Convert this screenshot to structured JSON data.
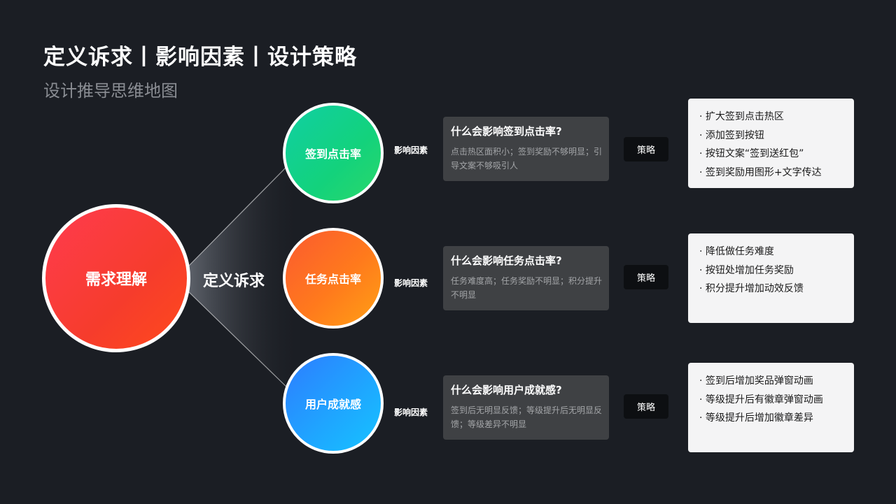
{
  "title": "定义诉求丨影响因素丨设计策略",
  "subtitle": "设计推导思维地图",
  "root": {
    "label": "需求理解"
  },
  "define_label": "定义诉求",
  "branches": [
    {
      "name": "签到点击率",
      "factor_label": "影响因素",
      "factor_title": "什么会影响签到点击率?",
      "factor_desc": "点击热区面积小；签到奖励不够明显；引导文案不够吸引人",
      "strategy_label": "策略",
      "strategies": [
        "· 扩大签到点击热区",
        "· 添加签到按钮",
        "· 按钮文案“签到送红包”",
        "· 签到奖励用图形+文字传达"
      ]
    },
    {
      "name": "任务点击率",
      "factor_label": "影响因素",
      "factor_title": "什么会影响任务点击率?",
      "factor_desc": "任务难度高；任务奖励不明显；积分提升不明显",
      "strategy_label": "策略",
      "strategies": [
        "· 降低做任务难度",
        "· 按钮处增加任务奖励",
        "· 积分提升增加动效反馈"
      ]
    },
    {
      "name": "用户成就感",
      "factor_label": "影响因素",
      "factor_title": "什么会影响用户成就感?",
      "factor_desc": "签到后无明显反馈；等级提升后无明显反馈；等级差异不明显",
      "strategy_label": "策略",
      "strategies": [
        "· 签到后增加奖品弹窗动画",
        "· 等级提升后有徽章弹窗动画",
        "· 等级提升后增加徽章差异"
      ]
    }
  ],
  "colors": {
    "background": "#1b1e24",
    "root": "#f63c2c",
    "branch_0": "#13d27c",
    "branch_1": "#ff7a1c",
    "branch_2": "#1ea8ff"
  }
}
